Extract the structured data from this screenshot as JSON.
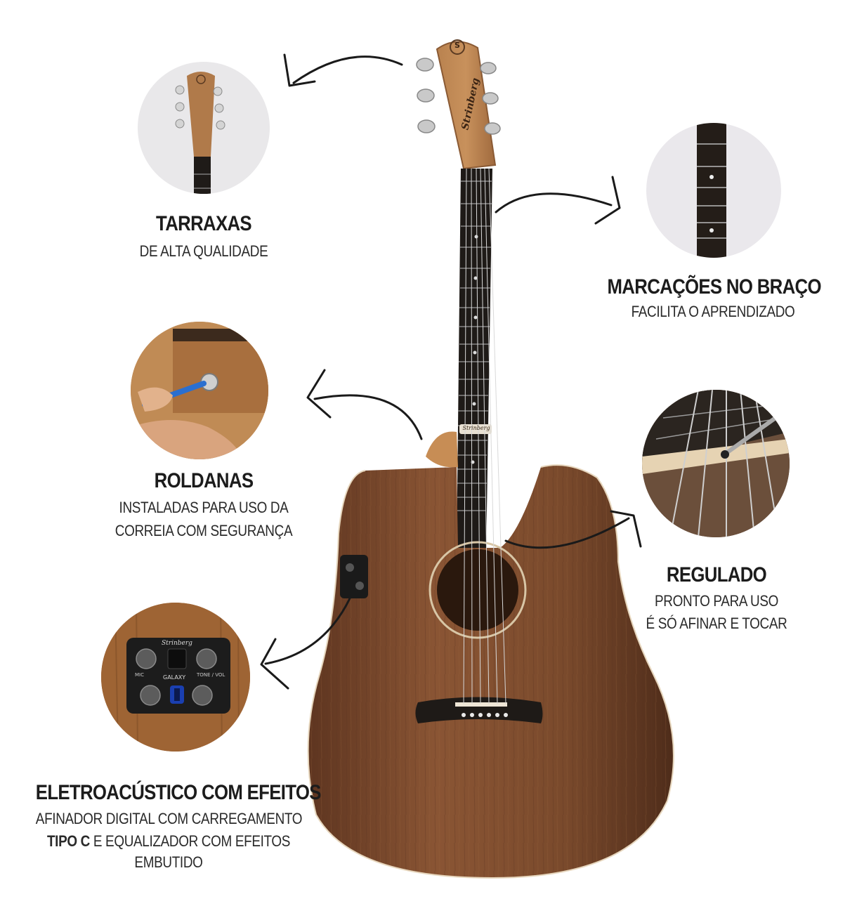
{
  "brand": {
    "name": "Strinberg",
    "logo_letter": "S"
  },
  "features": {
    "tarraxas": {
      "title": "TARRAXAS",
      "sub1": "DE ALTA QUALIDADE"
    },
    "marcacoes": {
      "title": "MARCAÇÕES NO BRAÇO",
      "sub1": "FACILITA O APRENDIZADO"
    },
    "roldanas": {
      "title": "ROLDANAS",
      "sub1": "INSTALADAS PARA USO DA",
      "sub2": "CORREIA COM SEGURANÇA"
    },
    "regulado": {
      "title": "REGULADO",
      "sub1": "PRONTO PARA USO",
      "sub2": "É SÓ AFINAR E TOCAR"
    },
    "eletro": {
      "title": "ELETROACÚSTICO COM EFEITOS",
      "sub1": "AFINADOR DIGITAL COM CARREGAMENTO",
      "sub2_bold": "TIPO C",
      "sub2_rest": " E EQUALIZADOR COM EFEITOS",
      "sub3": "EMBUTIDO"
    }
  },
  "preamp": {
    "brand": "Strinberg",
    "model": "GALAXY",
    "left_label": "MIC",
    "right_label": "TONE / VOL"
  },
  "colors": {
    "wood": "#7a4a2e",
    "wood_dark": "#4a2a18",
    "fretboard": "#1e1a17",
    "text": "#1c1c1c"
  },
  "icons": [
    "arrow-icon",
    "guitar-illustration",
    "tuner-knob-icon"
  ]
}
